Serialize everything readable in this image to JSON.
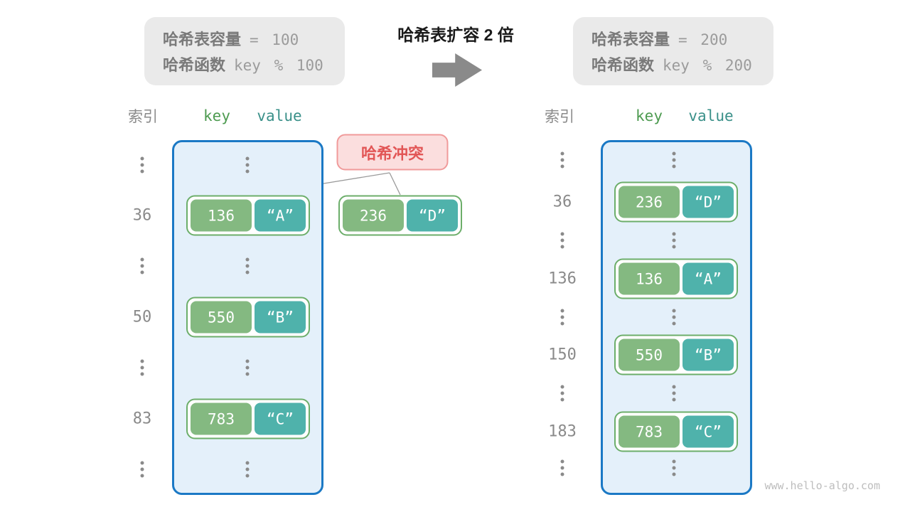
{
  "info_left": {
    "rows": [
      {
        "label": "哈希表容量",
        "value": "= 100"
      },
      {
        "label": "哈希函数",
        "value": "key % 100"
      }
    ]
  },
  "info_right": {
    "rows": [
      {
        "label": "哈希表容量",
        "value": "= 200"
      },
      {
        "label": "哈希函数",
        "value": "key % 200"
      }
    ]
  },
  "transition": {
    "title": "哈希表扩容 2 倍",
    "arrow_icon": "right-arrow"
  },
  "collision": {
    "label": "哈希冲突"
  },
  "floating_pair": {
    "key": "236",
    "value": "“D”"
  },
  "left_panel": {
    "headers": {
      "index": "索引",
      "key": "key",
      "value": "value"
    },
    "rows": [
      {
        "index": "36",
        "key": "136",
        "value": "“A”"
      },
      {
        "index": "50",
        "key": "550",
        "value": "“B”"
      },
      {
        "index": "83",
        "key": "783",
        "value": "“C”"
      }
    ]
  },
  "right_panel": {
    "headers": {
      "index": "索引",
      "key": "key",
      "value": "value"
    },
    "rows": [
      {
        "index": "36",
        "key": "236",
        "value": "“D”"
      },
      {
        "index": "136",
        "key": "136",
        "value": "“A”"
      },
      {
        "index": "150",
        "key": "550",
        "value": "“B”"
      },
      {
        "index": "183",
        "key": "783",
        "value": "“C”"
      }
    ]
  },
  "watermark": "www.hello-algo.com",
  "colors": {
    "table_bg": "#E4F0FA",
    "table_border": "#1B79C5",
    "key_pill": "#84B981",
    "value_pill": "#4FB2AB",
    "pair_border": "#6CAE6A",
    "header_key": "#4E9B51",
    "header_value": "#3A9089",
    "collision_bg": "#FBDEDE",
    "collision_text": "#E25656",
    "info_bg": "#EAEAEA",
    "gray_text": "#8A8A8A"
  }
}
